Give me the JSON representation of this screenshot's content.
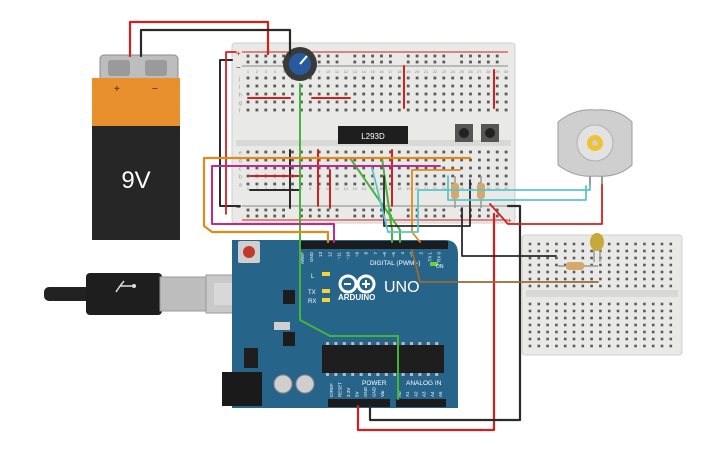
{
  "battery": {
    "voltage_label": "9V",
    "plus_symbol": "+",
    "minus_symbol": "−"
  },
  "breadboard_main": {
    "rail_plus": "+",
    "rail_minus": "−",
    "row_letters_top": [
      "j",
      "i",
      "h",
      "g",
      "f"
    ],
    "row_letters_bottom": [
      "e",
      "d",
      "c",
      "b",
      "a"
    ],
    "column_numbers": [
      "1",
      "2",
      "3",
      "4",
      "5",
      "6",
      "7",
      "8",
      "9",
      "10",
      "11",
      "12",
      "13",
      "14",
      "15",
      "16",
      "17",
      "18",
      "19",
      "20",
      "21",
      "22",
      "23",
      "24",
      "25",
      "26",
      "27",
      "28",
      "29",
      "30"
    ]
  },
  "motor_driver": {
    "label": "L293D"
  },
  "arduino": {
    "logo_text": "ARDUINO",
    "model": "UNO",
    "digital_label": "DIGITAL (PWM~)",
    "power_label": "POWER",
    "analog_label": "ANALOG IN",
    "led_labels": [
      "L",
      "TX",
      "RX"
    ],
    "on_label": "ON",
    "top_pin_labels": [
      "AREF",
      "GND",
      "13",
      "12",
      "~11",
      "~10",
      "~9",
      "8",
      "7",
      "~6",
      "~5",
      "4",
      "~3",
      "2",
      "TX 1",
      "RX 0"
    ],
    "power_pin_labels": [
      "IOREF",
      "RESET",
      "3.3V",
      "5V",
      "GND",
      "GND",
      "Vin"
    ],
    "analog_pin_labels": [
      "A0",
      "A1",
      "A2",
      "A3",
      "A4",
      "A5"
    ]
  },
  "colors": {
    "breadboard": "#e9e9e7",
    "arduino_board": "#27648a",
    "battery_body": "#262626",
    "battery_top": "#e8902d",
    "wire_red": "#d1201e",
    "wire_black": "#2a2a2a",
    "wire_green": "#44b53b",
    "wire_orange": "#e08a1c",
    "wire_magenta": "#c2298f",
    "wire_cyan": "#5cc4c9",
    "wire_brown": "#9b6a33"
  }
}
